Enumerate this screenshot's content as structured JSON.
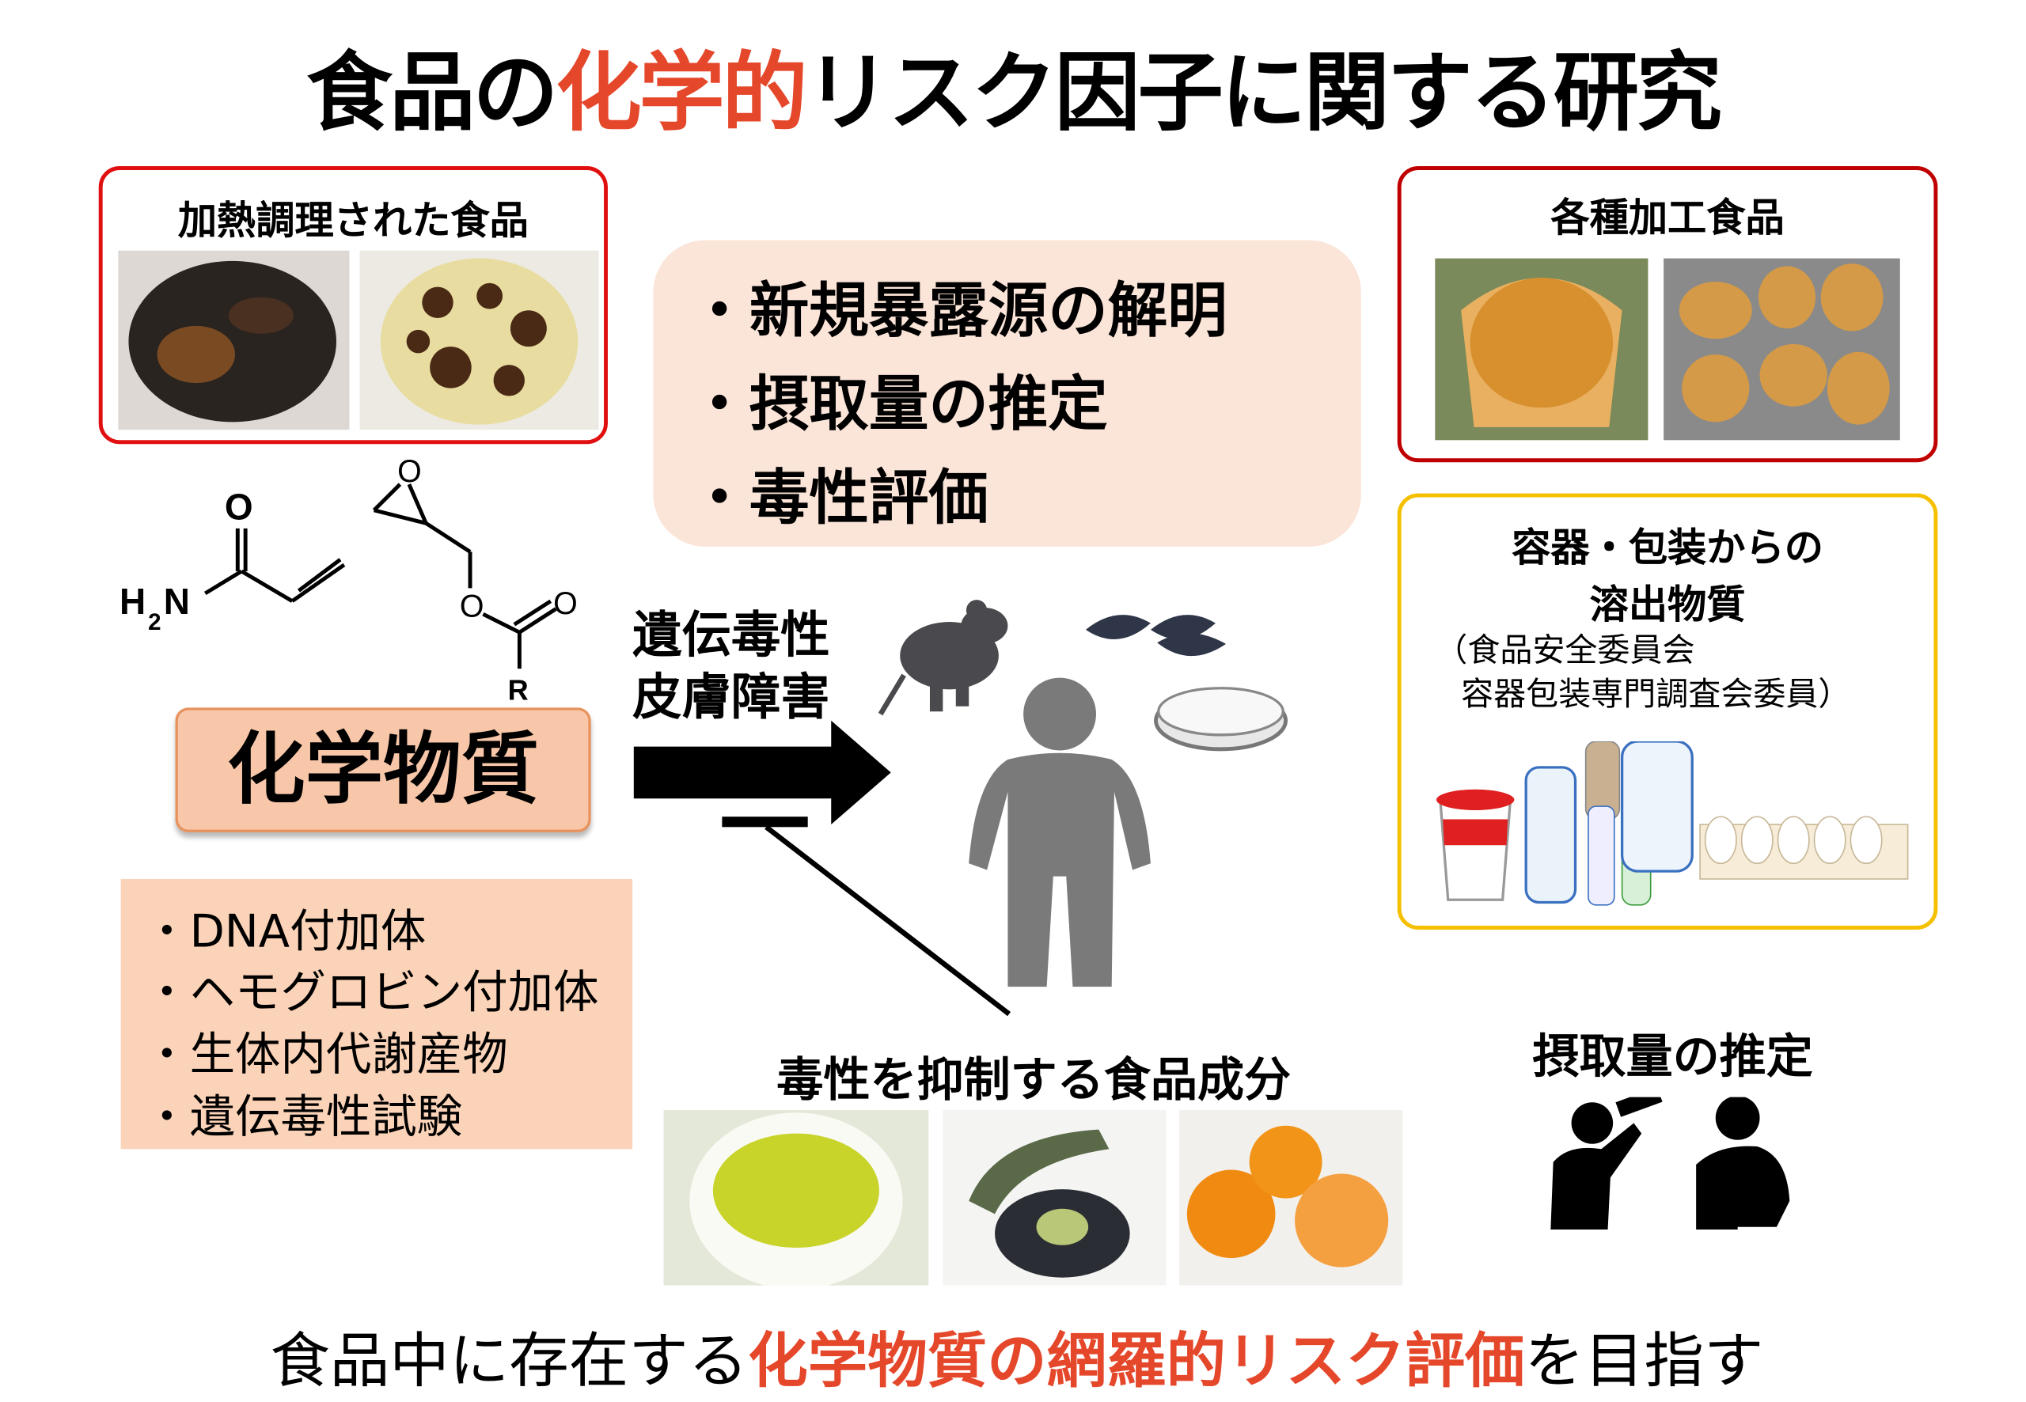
{
  "title": {
    "part1": "食品の",
    "part2_highlight": "化学的",
    "part3": "リスク因子に関する研究"
  },
  "colors": {
    "highlight": "#e5472b",
    "heated_box_border": "#e01010",
    "processed_box_border": "#c00000",
    "container_box_border": "#f5c000",
    "research_bg": "#fbe4d8",
    "chemical_bg": "#f8c6a8",
    "list_bg": "#fbd3b8",
    "human_figure": "#7a7a7a"
  },
  "heated_food": {
    "title": "加熱調理された食品"
  },
  "processed_food": {
    "title": "各種加工食品"
  },
  "research_items": [
    "・新規暴露源の解明",
    "・摂取量の推定",
    "・毒性評価"
  ],
  "container": {
    "title_line1": "容器・包装からの",
    "title_line2": "溶出物質",
    "note_line1": "（食品安全委員会",
    "note_line2": "容器包装専門調査会委員）"
  },
  "structures": {
    "o_top": "O",
    "h2n": "H",
    "sub2": "2",
    "n": "N",
    "epoxide_o": "O",
    "ester_o1": "O",
    "ester_o2": "O",
    "r": "R"
  },
  "chemical_label": "化学物質",
  "effects": {
    "line1": "遺伝毒性",
    "line2": "皮膚障害"
  },
  "analysis_items": [
    "・DNA付加体",
    "・ヘモグロビン付加体",
    "・生体内代謝産物",
    "・遺伝毒性試験"
  ],
  "inhibitors": {
    "title": "毒性を抑制する食品成分"
  },
  "intake": {
    "title": "摂取量の推定"
  },
  "bottom": {
    "part1": "食品中に存在する",
    "part2_highlight": "化学物質の網羅的リスク評価",
    "part3": "を目指す"
  }
}
